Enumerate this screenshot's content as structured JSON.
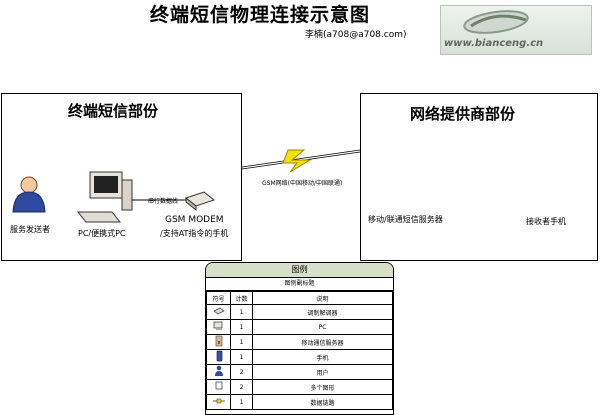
{
  "title": "终端短信物理连接示意图",
  "author": "李楠(a708@a708.com)",
  "logo_text": "www.bianceng.cn",
  "terminal": {
    "title": "终端短信部份",
    "user_label": "服务发送者",
    "pc_label": "PC/便携式PC",
    "cable_label": "串行数据线",
    "modem_label_1": "GSM MODEM",
    "modem_label_2": "/支持AT指令的手机"
  },
  "link_label": "GSM网络(中国移动/中国联通)",
  "network": {
    "title": "网络提供商部份",
    "server_label": "移动/联通短信服务器",
    "receiver_label": "接收者手机"
  },
  "legend": {
    "title": "图例",
    "subtitle": "图例副标题",
    "headers": [
      "符号",
      "计数",
      "说明"
    ],
    "rows": [
      {
        "icon": "modem-icon",
        "count": "1",
        "desc": "调制解调器"
      },
      {
        "icon": "pc-icon",
        "count": "1",
        "desc": "PC"
      },
      {
        "icon": "sms-server-icon",
        "count": "1",
        "desc": "移动通信服务器"
      },
      {
        "icon": "phone-icon",
        "count": "1",
        "desc": "手机"
      },
      {
        "icon": "user-icon",
        "count": "2",
        "desc": "用户"
      },
      {
        "icon": "doc-icon",
        "count": "2",
        "desc": "多个图形"
      },
      {
        "icon": "cable-icon",
        "count": "1",
        "desc": "数据链路"
      }
    ]
  }
}
